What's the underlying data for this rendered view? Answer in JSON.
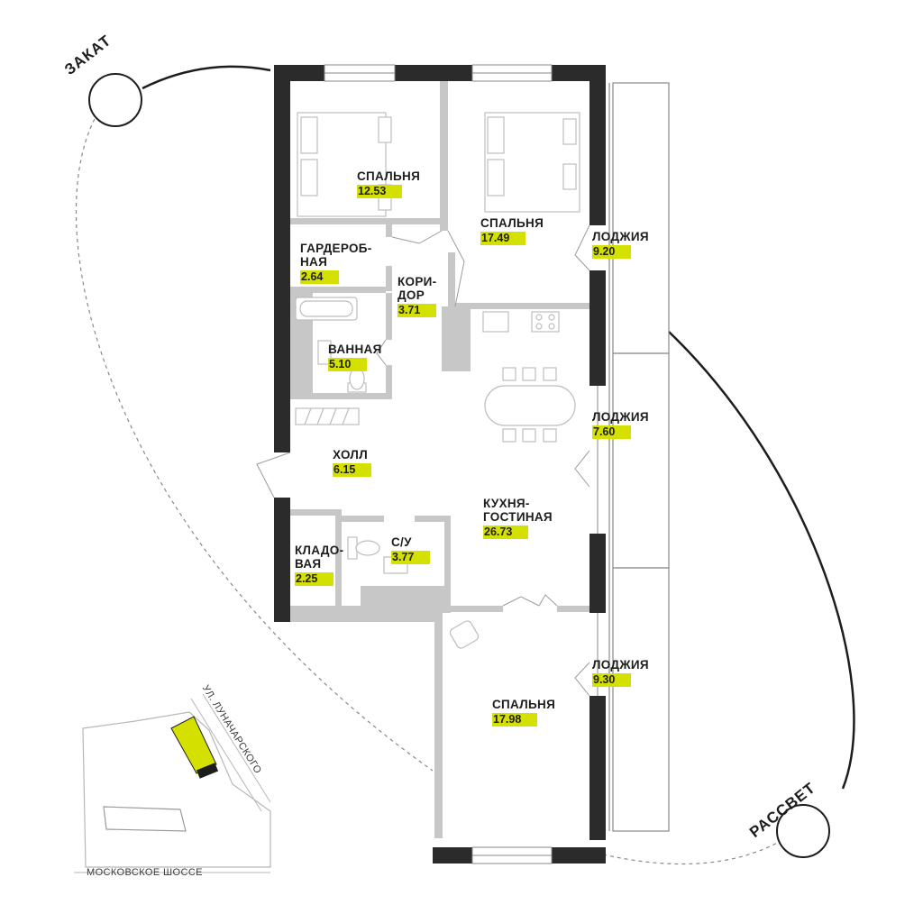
{
  "rooms": {
    "bedroom1": {
      "name": "СПАЛЬНЯ",
      "area": "12.53"
    },
    "bedroom2": {
      "name": "СПАЛЬНЯ",
      "area": "17.49"
    },
    "wardrobe": {
      "name": "ГАРДЕРОБ-\nНАЯ",
      "area": "2.64"
    },
    "corridor": {
      "name": "КОРИ-\nДОР",
      "area": "3.71"
    },
    "bathroom": {
      "name": "ВАННАЯ",
      "area": "5.10"
    },
    "hall": {
      "name": "ХОЛЛ",
      "area": "6.15"
    },
    "storage": {
      "name": "КЛАДО-\nВАЯ",
      "area": "2.25"
    },
    "wc": {
      "name": "С/У",
      "area": "3.77"
    },
    "kitchen_living": {
      "name": "КУХНЯ-\nГОСТИНАЯ",
      "area": "26.73"
    },
    "bedroom3": {
      "name": "СПАЛЬНЯ",
      "area": "17.98"
    },
    "loggia1": {
      "name": "ЛОДЖИЯ",
      "area": "9.20"
    },
    "loggia2": {
      "name": "ЛОДЖИЯ",
      "area": "7.60"
    },
    "loggia3": {
      "name": "ЛОДЖИЯ",
      "area": "9.30"
    }
  },
  "sun": {
    "sunset": "ЗАКАТ",
    "sunrise": "РАССВЕТ"
  },
  "streets": {
    "lunacharskogo": "УЛ. ЛУНАЧАРСКОГО",
    "moskovskoe": "МОСКОВСКОЕ ШОССЕ"
  },
  "colors": {
    "accent": "#d4e000",
    "wall": "#2b2b2b",
    "partition": "#c7c7c7",
    "line": "#1d1d1b"
  },
  "icons": [
    "bed-icon",
    "bathtub-icon",
    "sink-icon",
    "toilet-icon",
    "stove-icon",
    "dining-table-icon",
    "armchair-icon",
    "door-icon",
    "sun-icon"
  ]
}
